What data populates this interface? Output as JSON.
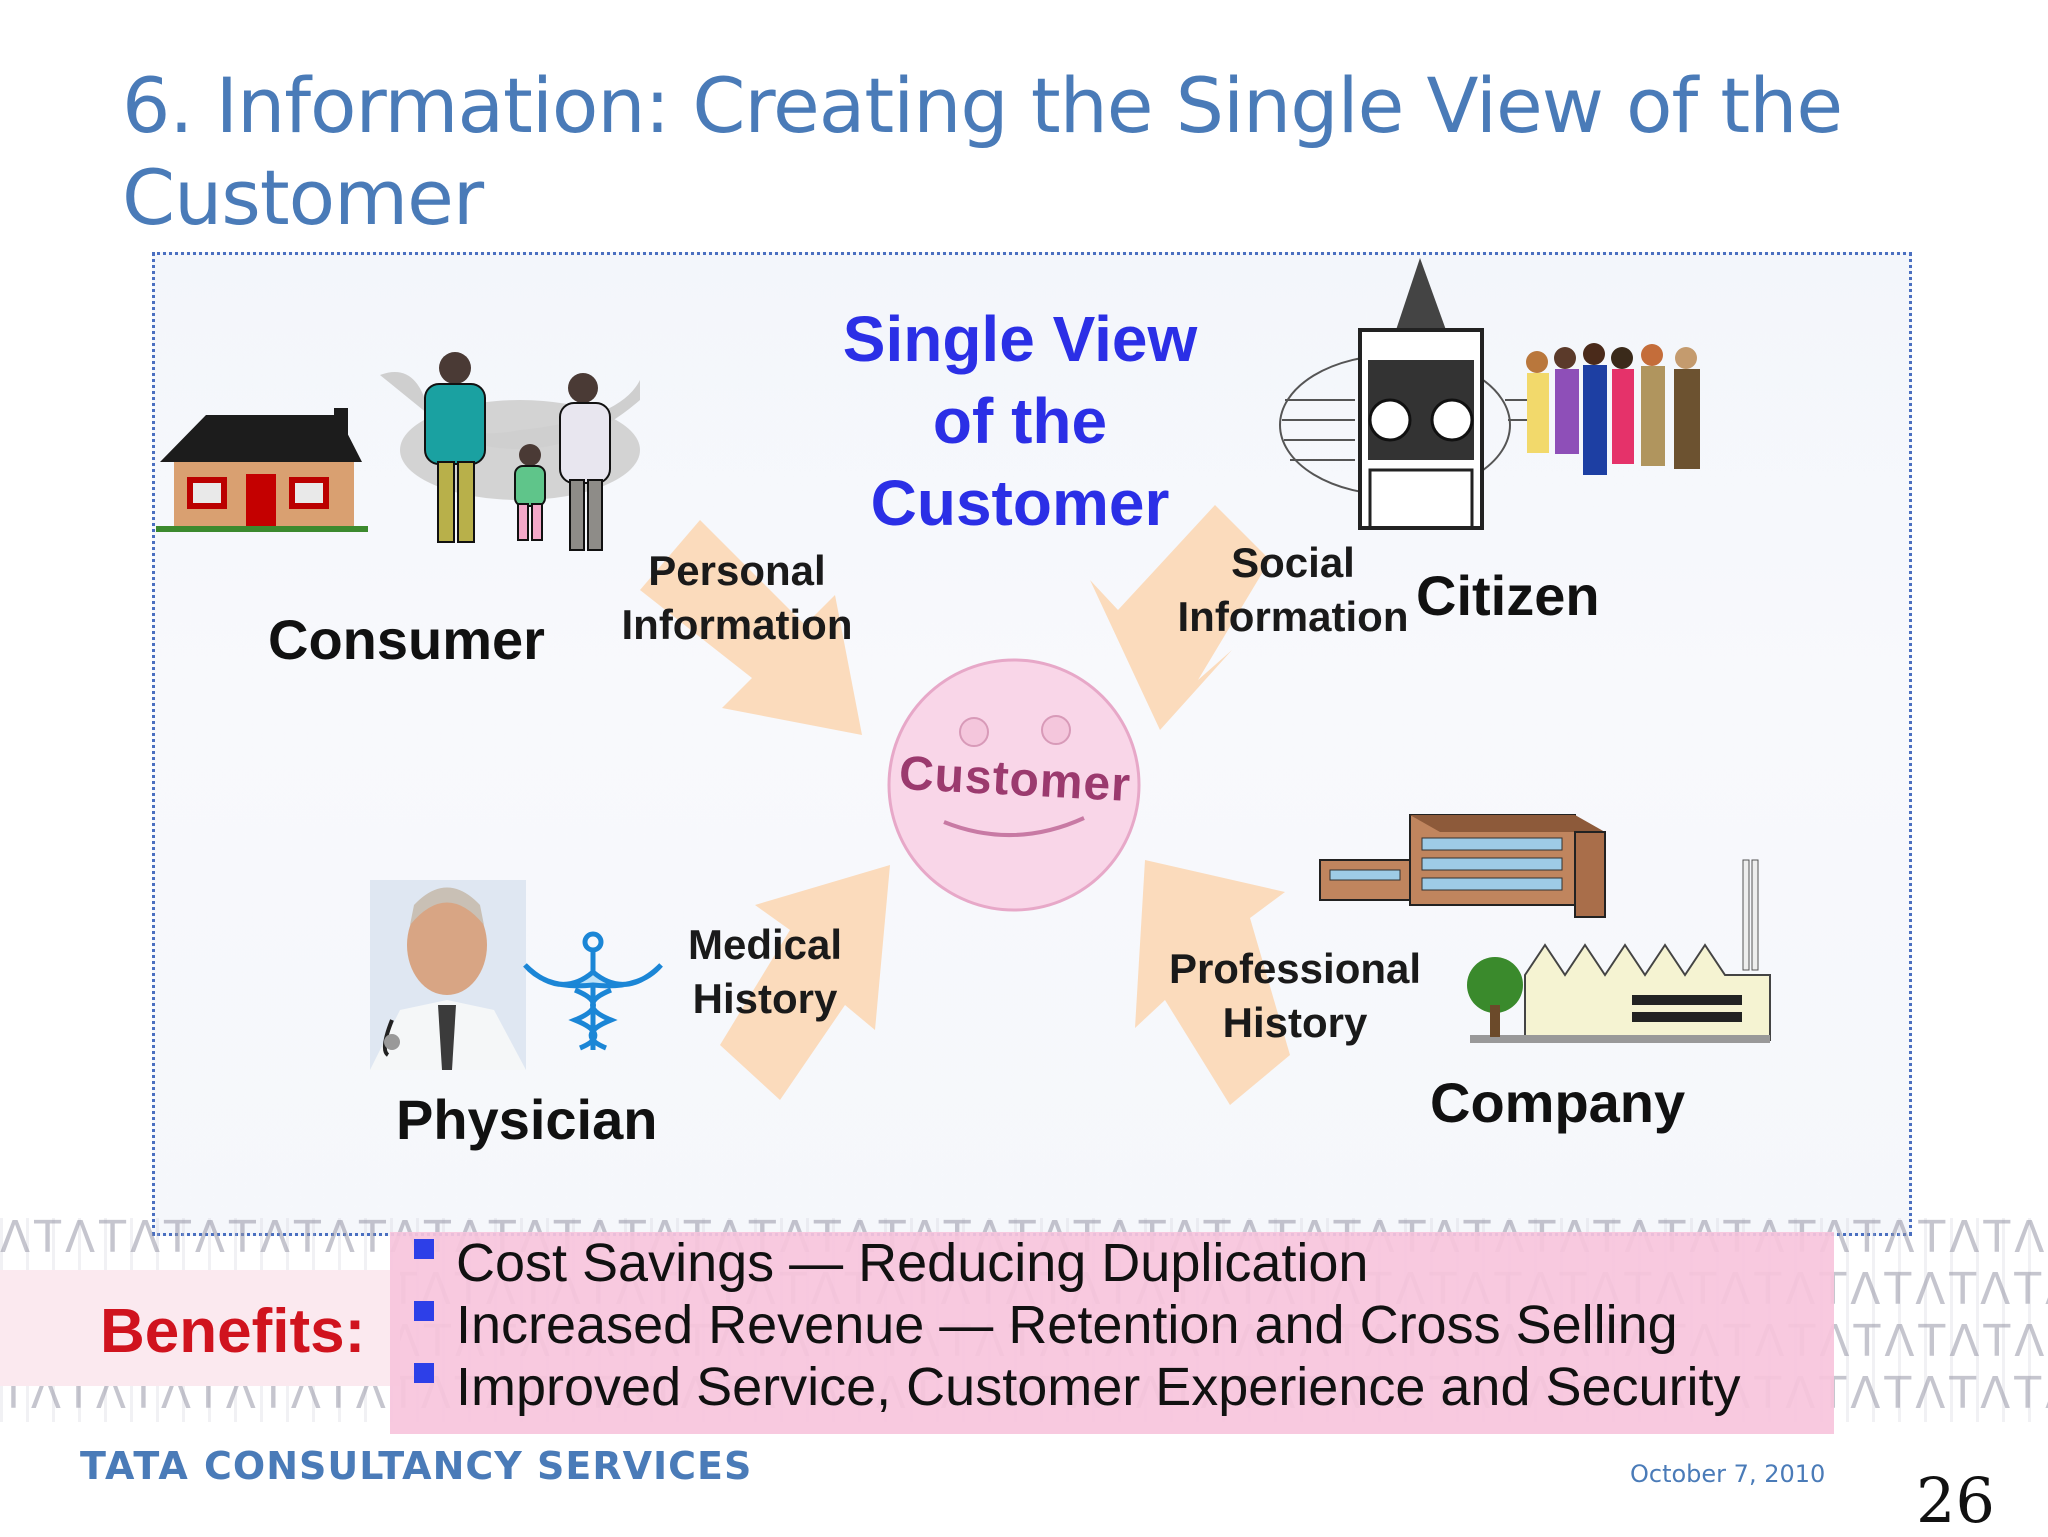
{
  "title": "6. Information: Creating the Single View of the Customer",
  "diagram": {
    "center_title": [
      "Single View",
      "of the",
      "Customer"
    ],
    "center_node": "Customer",
    "roles": {
      "consumer": "Consumer",
      "citizen": "Citizen",
      "physician": "Physician",
      "company": "Company"
    },
    "flows": {
      "personal": [
        "Personal",
        "Information"
      ],
      "social": [
        "Social",
        "Information"
      ],
      "medical": [
        "Medical",
        "History"
      ],
      "professional": [
        "Professional",
        "History"
      ]
    }
  },
  "benefits": {
    "label": "Benefits:",
    "items": [
      "Cost Savings — Reducing Duplication",
      "Increased Revenue — Retention and Cross Selling",
      "Improved Service, Customer Experience and Security"
    ]
  },
  "footer": {
    "logo_brand": "TATA",
    "logo_text": "CONSULTANCY SERVICES",
    "date": "October 7, 2010",
    "page_number": "26"
  },
  "colors": {
    "title": "#4a7bb8",
    "center_title": "#2b2fe6",
    "benefits_label": "#d0131e",
    "benefits_box": "#f7c4dc",
    "arrow": "#fbd9b8",
    "customer_face": "#f9d6e8"
  }
}
